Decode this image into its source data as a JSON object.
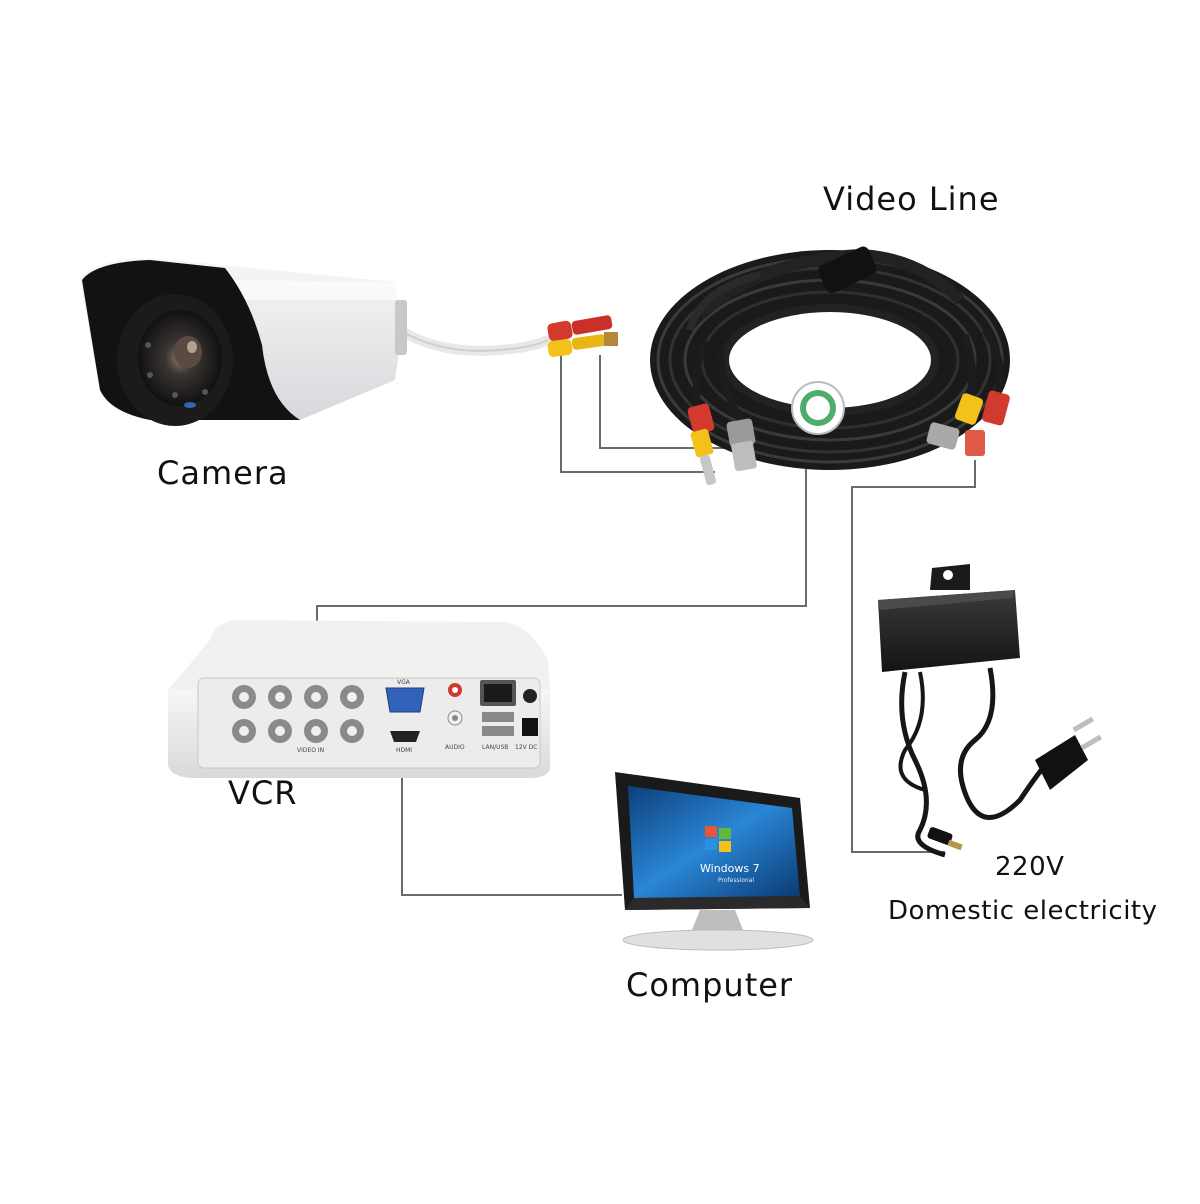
{
  "labels": {
    "video_line": "Video Line",
    "camera": "Camera",
    "vcr": "VCR",
    "computer": "Computer",
    "voltage": "220V",
    "domestic": "Domestic electricity"
  },
  "monitor": {
    "os_name": "Windows 7",
    "os_edition": "Professional"
  },
  "dvr_ports": {
    "vga": "VGA",
    "hdmi": "HDMI",
    "video_in": "VIDEO IN",
    "audio": "AUDIO",
    "lan_usb": "LAN/USB",
    "power": "12V DC"
  },
  "colors": {
    "wire": "#6b6b6b",
    "rca_red": "#d23a2e",
    "rca_yellow": "#f2c21b",
    "cable_black": "#1c1c1c",
    "dvr_body": "#e9e9e9",
    "screen_blue": "#1f6fc0"
  }
}
